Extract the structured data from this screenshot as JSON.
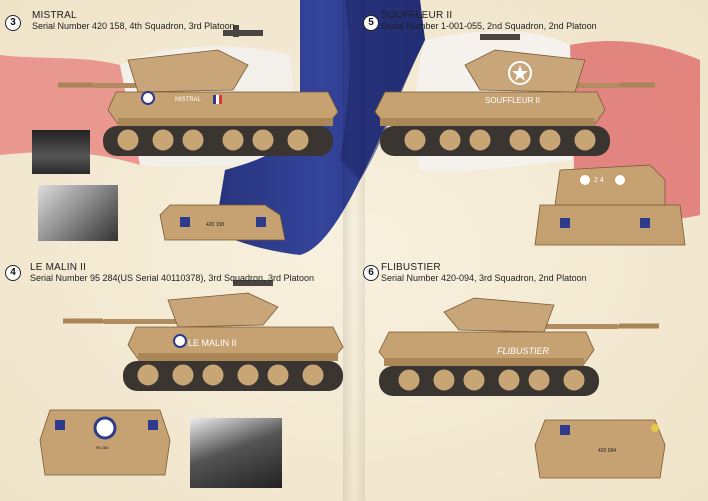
{
  "colors": {
    "page_bg": "#f4ecd8",
    "flag_blue": "#2e3a8c",
    "flag_red": "#e06a6a",
    "flag_white": "#f0ece6",
    "tank_tan": "#c9a57a",
    "tank_shadow": "#8c6a45",
    "track_dark": "#3a3530"
  },
  "profiles": [
    {
      "number": "3",
      "name": "MISTRAL",
      "serial": "Serial Number 420 158, 4th Squadron, 3rd Platoon",
      "hull_marking": "MISTRAL",
      "rear_marking": "420 158"
    },
    {
      "number": "5",
      "name": "SOUFFLEUR II",
      "serial": "Serial Number 1-001-055, 2nd Squadron, 2nd Platoon",
      "hull_marking": "SOUFFLEUR II",
      "rear_marking": "2 4"
    },
    {
      "number": "4",
      "name": "LE MALIN II",
      "serial": "Serial Number 95 284(US Serial 40110378), 3rd Squadron, 3rd Platoon",
      "hull_marking": "LE MALIN II",
      "rear_marking": "95 284"
    },
    {
      "number": "6",
      "name": "FLIBUSTIER",
      "serial": "Serial Number 420-094, 3rd Squadron, 2nd Platoon",
      "hull_marking": "FLIBUSTIER",
      "rear_marking": "420 094"
    }
  ]
}
